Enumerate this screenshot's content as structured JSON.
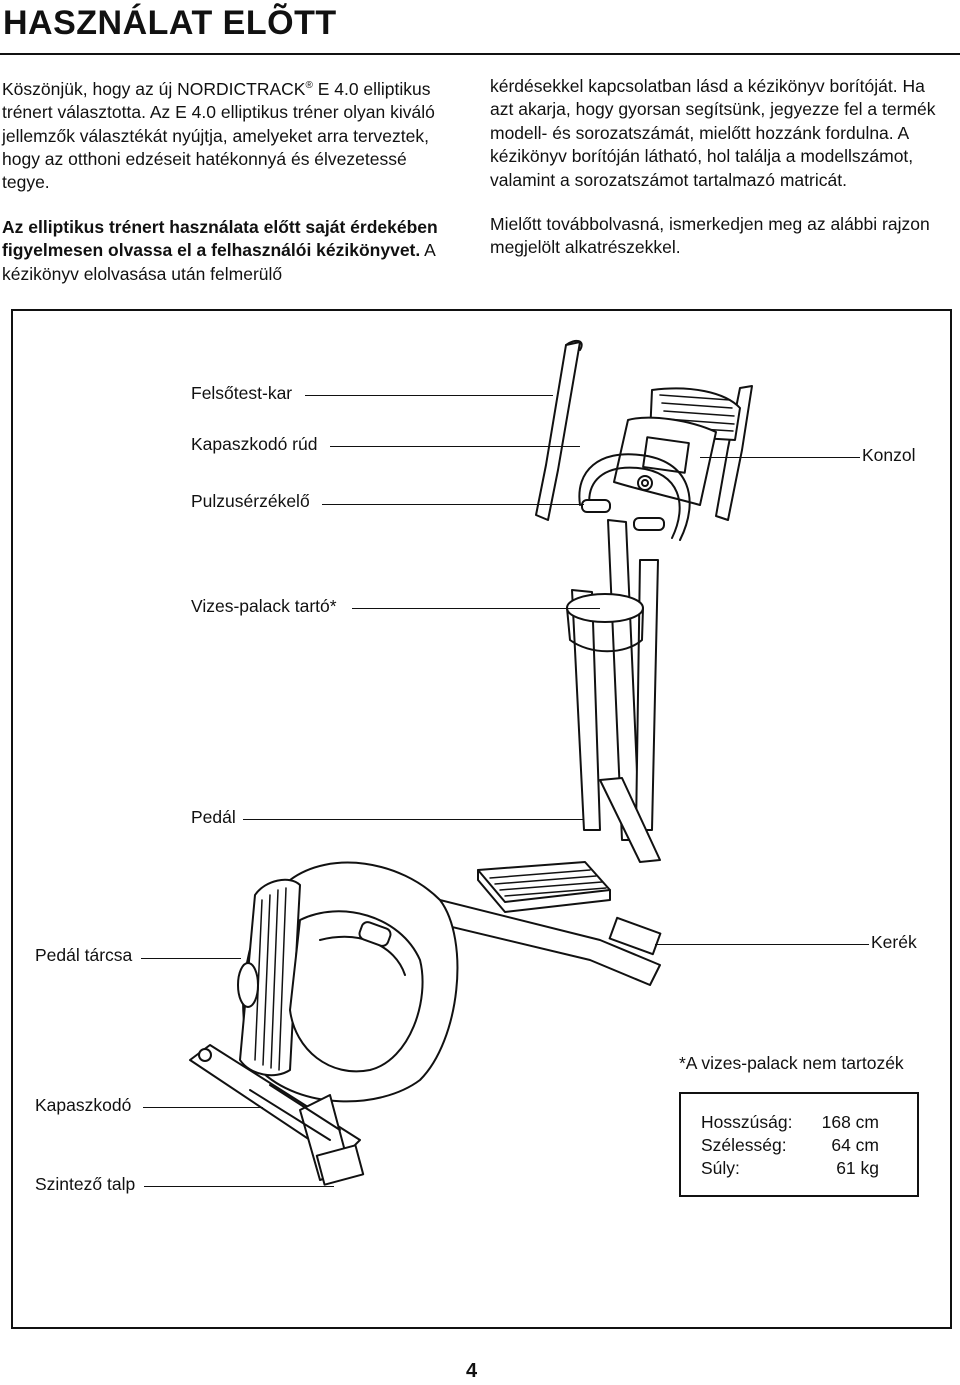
{
  "page": {
    "title": "HASZNÁLAT ELÕTT",
    "page_number": "4"
  },
  "intro": {
    "p1_part1": "Köszönjük, hogy az új NORDICTRACK",
    "p1_reg": "®",
    "p1_part2": " E 4.0 elliptikus trénert választotta. Az E 4.0 elliptikus tréner olyan kiváló jellemzők választékát nyújtja, amelyeket arra terveztek, hogy az otthoni edzéseit hatékonnyá és élvezetessé tegye.",
    "p2_bold": "Az elliptikus trénert használata előtt saját érdekében figyelmesen olvassa el a felhasználói kézikönyvet.",
    "p2_normal": " A kézikönyv elolvasása után felmerülő kérdésekkel kapcsolatban lásd a kézikönyv borítóját. Ha azt akarja, hogy gyorsan segítsünk, jegyezze fel a termék modell- és sorozatszámát, mielőtt hozzánk fordulna. A kézikönyv borítóján látható, hol találja a modellszámot, valamint a sorozatszámot tartalmazó matricát.",
    "p3": "Mielőtt továbbolvasná, ismerkedjen meg az alábbi rajzon megjelölt alkatrészekkel."
  },
  "labels": {
    "upper_arm": "Felsőtest-kar",
    "handrail": "Kapaszkodó rúd",
    "console": "Konzol",
    "pulse_sensor": "Pulzusérzékelő",
    "water_bottle_holder": "Vizes-palack tartó*",
    "pedal": "Pedál",
    "pedal_disc": "Pedál tárcsa",
    "wheel": "Kerék",
    "handle": "Kapaszkodó",
    "leveling_foot": "Szintező talp"
  },
  "footnote": "*A vizes-palack nem tartozék",
  "specs": [
    {
      "label": "Hosszúság:",
      "value": "168 cm"
    },
    {
      "label": "Szélesség:",
      "value": "64 cm"
    },
    {
      "label": "Súly:",
      "value": "61 kg"
    }
  ]
}
